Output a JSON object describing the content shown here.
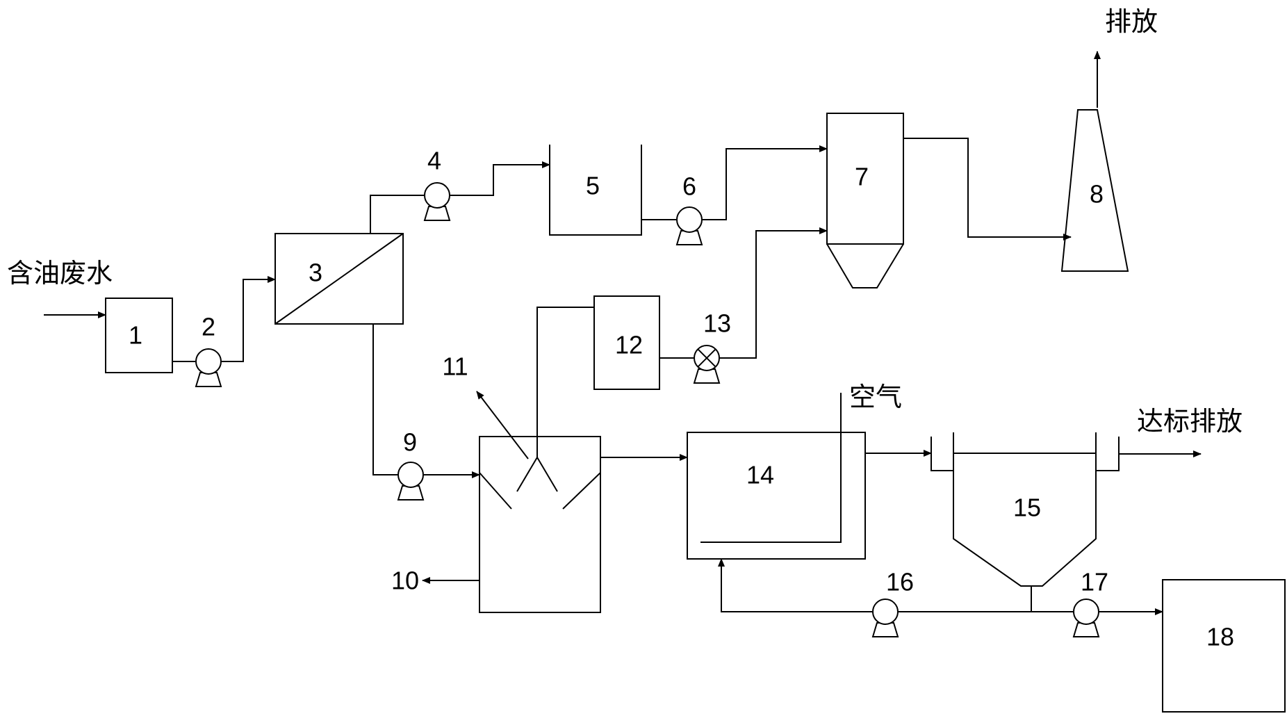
{
  "labels": {
    "input": "含油废水",
    "exhaust": "排放",
    "air": "空气",
    "compliant_discharge": "达标排放"
  },
  "units": [
    "1",
    "2",
    "3",
    "4",
    "5",
    "6",
    "7",
    "8",
    "9",
    "10",
    "11",
    "12",
    "13",
    "14",
    "15",
    "16",
    "17",
    "18"
  ]
}
